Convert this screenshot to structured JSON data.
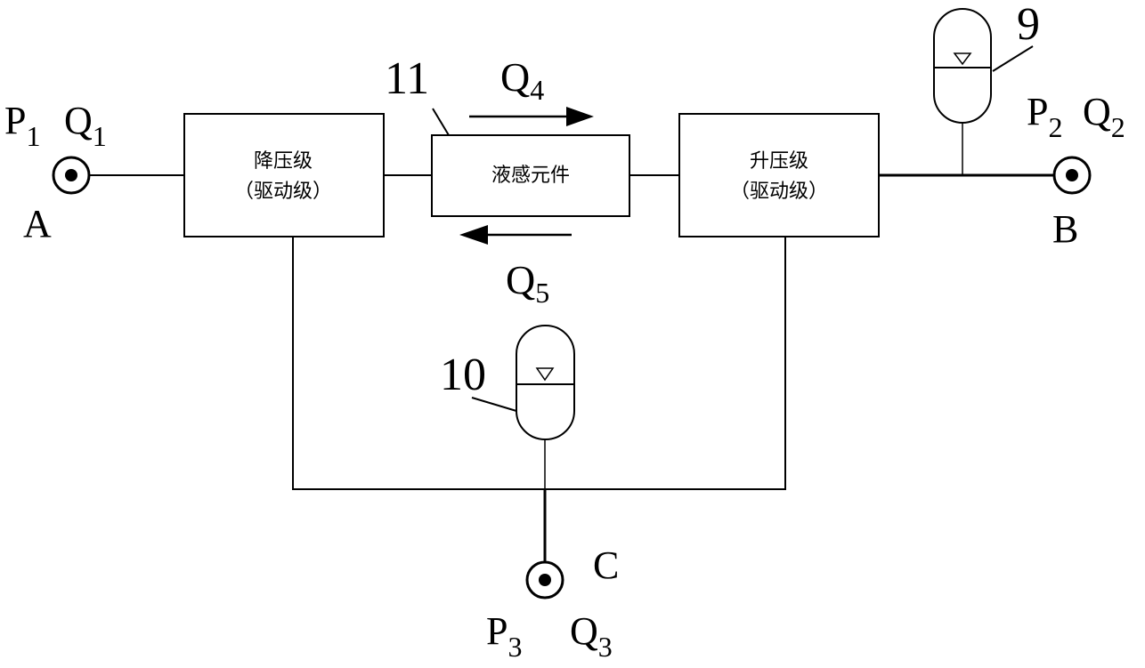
{
  "blocks": {
    "reducer": {
      "line1": "降压级",
      "line2": "（驱动级）"
    },
    "sensing": {
      "text": "液感元件"
    },
    "booster": {
      "line1": "升压级",
      "line2": "（驱动级）"
    }
  },
  "ports": {
    "A": {
      "letter": "A",
      "p_sym": "P",
      "p_sub": "1",
      "q_sym": "Q",
      "q_sub": "1"
    },
    "B": {
      "letter": "B",
      "p_sym": "P",
      "p_sub": "2",
      "q_sym": "Q",
      "q_sub": "2"
    },
    "C": {
      "letter": "C",
      "p_sym": "P",
      "p_sub": "3",
      "q_sym": "Q",
      "q_sub": "3"
    }
  },
  "flows": {
    "forward": {
      "sym": "Q",
      "sub": "4"
    },
    "reverse": {
      "sym": "Q",
      "sub": "5"
    }
  },
  "callouts": {
    "accumulator_top": "9",
    "accumulator_bottom": "10",
    "sensing_element": "11"
  }
}
